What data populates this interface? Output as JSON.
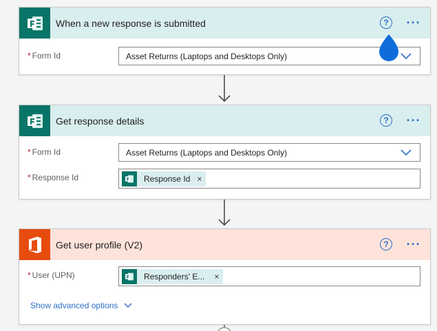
{
  "colors": {
    "forms_header_bg": "#d9eeee",
    "forms_icon_bg": "#077568",
    "office_header_bg": "#fde3da",
    "office_icon_bg": "#e74c0f",
    "accent_blue": "#2b6fc9"
  },
  "step1": {
    "title": "When a new response is submitted",
    "icon": "forms-icon",
    "help_glyph": "?",
    "more_glyph": "···",
    "fields": [
      {
        "required_mark": "*",
        "label": "Form Id",
        "value": "Asset Returns (Laptops and Desktops Only)"
      }
    ]
  },
  "step2": {
    "title": "Get response details",
    "icon": "forms-icon",
    "help_glyph": "?",
    "more_glyph": "···",
    "fields": [
      {
        "required_mark": "*",
        "label": "Form Id",
        "value": "Asset Returns (Laptops and Desktops Only)"
      },
      {
        "required_mark": "*",
        "label": "Response Id",
        "token": "Response Id",
        "token_remove": "×"
      }
    ]
  },
  "step3": {
    "title": "Get user profile (V2)",
    "icon": "office-icon",
    "help_glyph": "?",
    "more_glyph": "···",
    "fields": [
      {
        "required_mark": "*",
        "label": "User (UPN)",
        "token": "Responders' E...",
        "token_remove": "×"
      }
    ],
    "advanced_label": "Show advanced options"
  }
}
